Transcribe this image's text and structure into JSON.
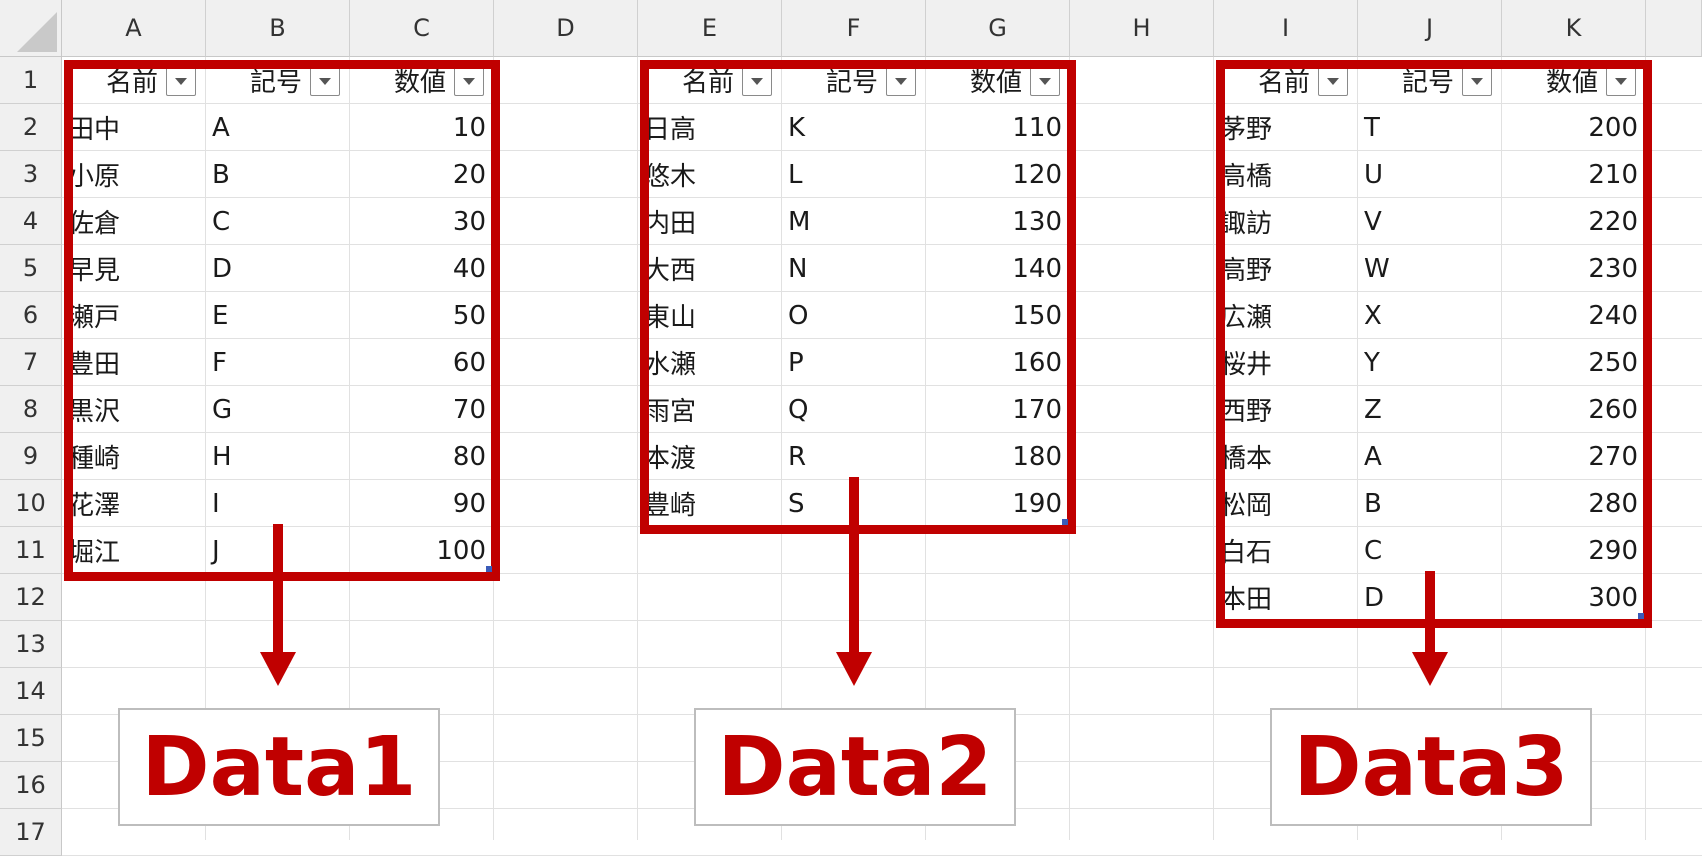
{
  "columns": [
    "A",
    "B",
    "C",
    "D",
    "E",
    "F",
    "G",
    "H",
    "I",
    "J",
    "K"
  ],
  "rows": [
    "1",
    "2",
    "3",
    "4",
    "5",
    "6",
    "7",
    "8",
    "9",
    "10",
    "11",
    "12",
    "13",
    "14",
    "15",
    "16",
    "17"
  ],
  "tables": [
    {
      "label": "Data1",
      "headers": [
        "名前",
        "記号",
        "数値"
      ],
      "rows": [
        [
          "田中",
          "A",
          "10"
        ],
        [
          "小原",
          "B",
          "20"
        ],
        [
          "佐倉",
          "C",
          "30"
        ],
        [
          "早見",
          "D",
          "40"
        ],
        [
          "瀬戸",
          "E",
          "50"
        ],
        [
          "豊田",
          "F",
          "60"
        ],
        [
          "黒沢",
          "G",
          "70"
        ],
        [
          "種崎",
          "H",
          "80"
        ],
        [
          "花澤",
          "I",
          "90"
        ],
        [
          "堀江",
          "J",
          "100"
        ]
      ]
    },
    {
      "label": "Data2",
      "headers": [
        "名前",
        "記号",
        "数値"
      ],
      "rows": [
        [
          "日高",
          "K",
          "110"
        ],
        [
          "悠木",
          "L",
          "120"
        ],
        [
          "内田",
          "M",
          "130"
        ],
        [
          "大西",
          "N",
          "140"
        ],
        [
          "東山",
          "O",
          "150"
        ],
        [
          "水瀬",
          "P",
          "160"
        ],
        [
          "雨宮",
          "Q",
          "170"
        ],
        [
          "本渡",
          "R",
          "180"
        ],
        [
          "豊崎",
          "S",
          "190"
        ]
      ]
    },
    {
      "label": "Data3",
      "headers": [
        "名前",
        "記号",
        "数値"
      ],
      "rows": [
        [
          "茅野",
          "T",
          "200"
        ],
        [
          "高橋",
          "U",
          "210"
        ],
        [
          "諏訪",
          "V",
          "220"
        ],
        [
          "高野",
          "W",
          "230"
        ],
        [
          "広瀬",
          "X",
          "240"
        ],
        [
          "桜井",
          "Y",
          "250"
        ],
        [
          "西野",
          "Z",
          "260"
        ],
        [
          "橋本",
          "A",
          "270"
        ],
        [
          "松岡",
          "B",
          "280"
        ],
        [
          "白石",
          "C",
          "290"
        ],
        [
          "本田",
          "D",
          "300"
        ]
      ]
    }
  ],
  "colors": {
    "accent_red": "#c00000",
    "header_bg": "#f0f0f0",
    "gridline": "#e1e1e1"
  }
}
